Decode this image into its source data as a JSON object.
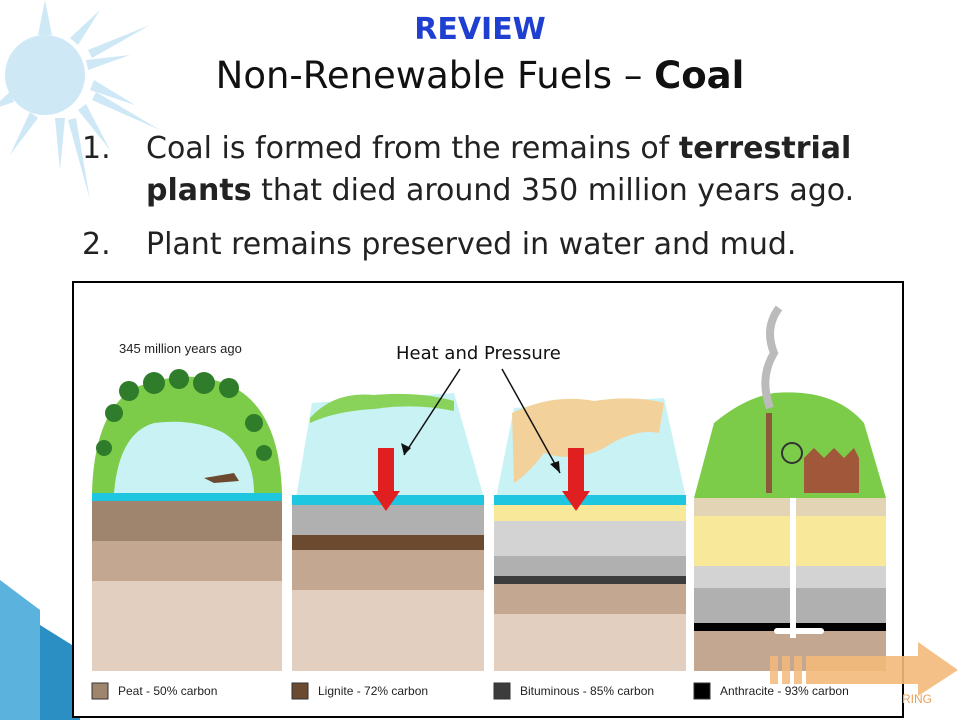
{
  "header": {
    "review": "REVIEW",
    "title_prefix": "Non-Renewable Fuels – ",
    "title_bold": "Coal"
  },
  "points": [
    {
      "num": "1.",
      "text_a": "Coal is formed from the remains of ",
      "bold_a": "terrestrial plants",
      "text_b": " that died around 350 million years ago."
    },
    {
      "num": "2.",
      "text_a": "Plant remains preserved in water and mud.",
      "bold_a": "",
      "text_b": ""
    }
  ],
  "diagram": {
    "time_label": "345 million years ago",
    "force_label": "Heat and Pressure",
    "legend": [
      {
        "label": "Peat  - 50% carbon",
        "color": "#a0856e"
      },
      {
        "label": "Lignite - 72% carbon",
        "color": "#6b4a30"
      },
      {
        "label": "Bituminous - 85% carbon",
        "color": "#3c3c3c"
      },
      {
        "label": "Anthracite - 93% carbon",
        "color": "#000000"
      }
    ]
  },
  "footer": {
    "text": "RING"
  },
  "colors": {
    "review": "#1f3fd1",
    "arrow": "#f3b97a"
  }
}
